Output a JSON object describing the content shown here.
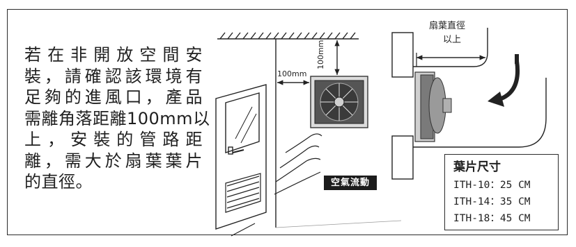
{
  "instruction_lines": [
    "若在非開放空間安",
    "裝，請確認該環境有",
    "足夠的進風口，產品",
    "需離角落距離100mm以",
    "上，安裝的管路距",
    "離，需大於扇葉葉片",
    "的直徑。"
  ],
  "dimensions": {
    "side_clearance": "100mm",
    "top_clearance": "100mm"
  },
  "airflow_label": "空氣流動",
  "duct_label_lines": [
    "扇葉直徑",
    "以上"
  ],
  "blade_size_table": {
    "title": "葉片尺寸",
    "rows": [
      "ITH-10：25 CM",
      "ITH-14：35 CM",
      "ITH-18：45 CM"
    ]
  }
}
